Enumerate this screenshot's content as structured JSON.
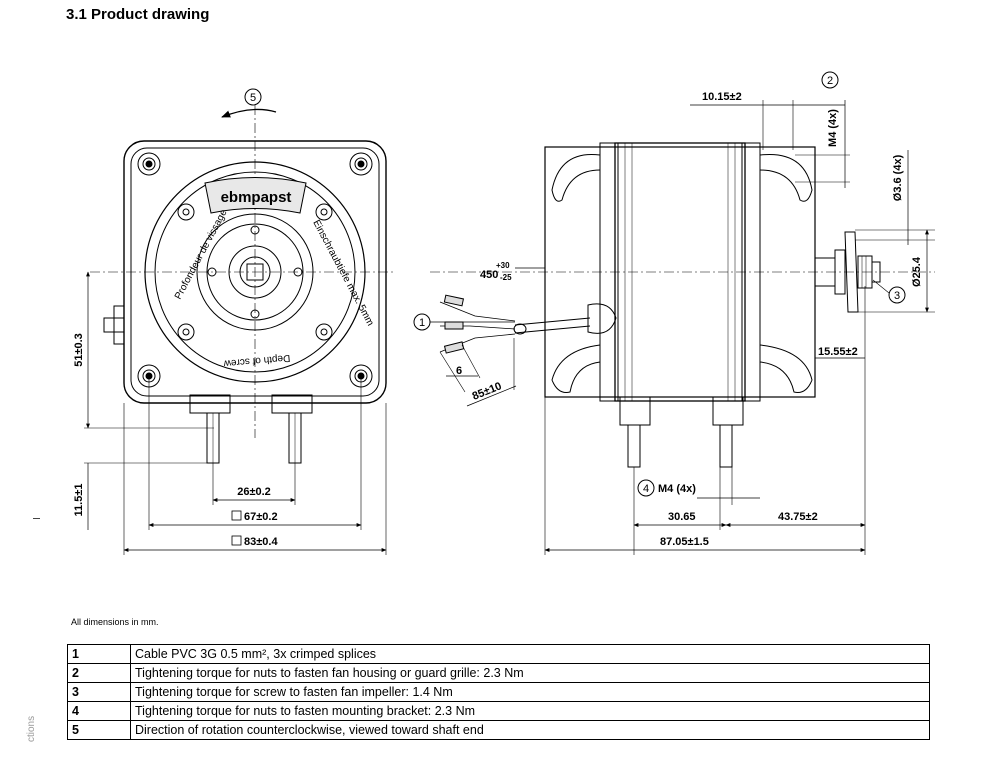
{
  "heading": "3.1 Product drawing",
  "side_text": "ctions",
  "drawing": {
    "logo": "ebmpapst",
    "labels_de": "Einschraubtiefe max. 5mm",
    "labels_fr": "Profondeur de vissage",
    "labels_en": "Depth of screw",
    "dims": {
      "d_51": "51±0.3",
      "d_11_5": "11.5±1",
      "d_26": "26±0.2",
      "d_67": "67±0.2",
      "d_83": "83±0.4",
      "d_10_15": "10.15±2",
      "d_m4_top": "M4 (4x)",
      "d_3_6": "Ø3.6 (4x)",
      "d_25_4": "Ø25.4",
      "d_450": "450",
      "d_450_tol_up": "+30",
      "d_450_tol_dn": "-25",
      "d_6": "6",
      "d_85": "85±10",
      "d_15_55": "15.55±2",
      "d_m4_bottom": "M4 (4x)",
      "d_30_65": "30.65",
      "d_43_75": "43.75±2",
      "d_87_05": "87.05±1.5"
    },
    "callouts": [
      "1",
      "2",
      "3",
      "4",
      "5"
    ]
  },
  "dimensions_note": "All dimensions in mm.",
  "notes_table": [
    {
      "num": "1",
      "text": "Cable PVC 3G 0.5 mm², 3x crimped splices"
    },
    {
      "num": "2",
      "text": "Tightening torque for nuts to fasten fan housing or guard grille: 2.3 Nm"
    },
    {
      "num": "3",
      "text": "Tightening torque for screw to fasten fan impeller: 1.4 Nm"
    },
    {
      "num": "4",
      "text": "Tightening torque for nuts to fasten mounting bracket: 2.3 Nm"
    },
    {
      "num": "5",
      "text": "Direction of rotation counterclockwise, viewed toward shaft end"
    }
  ]
}
